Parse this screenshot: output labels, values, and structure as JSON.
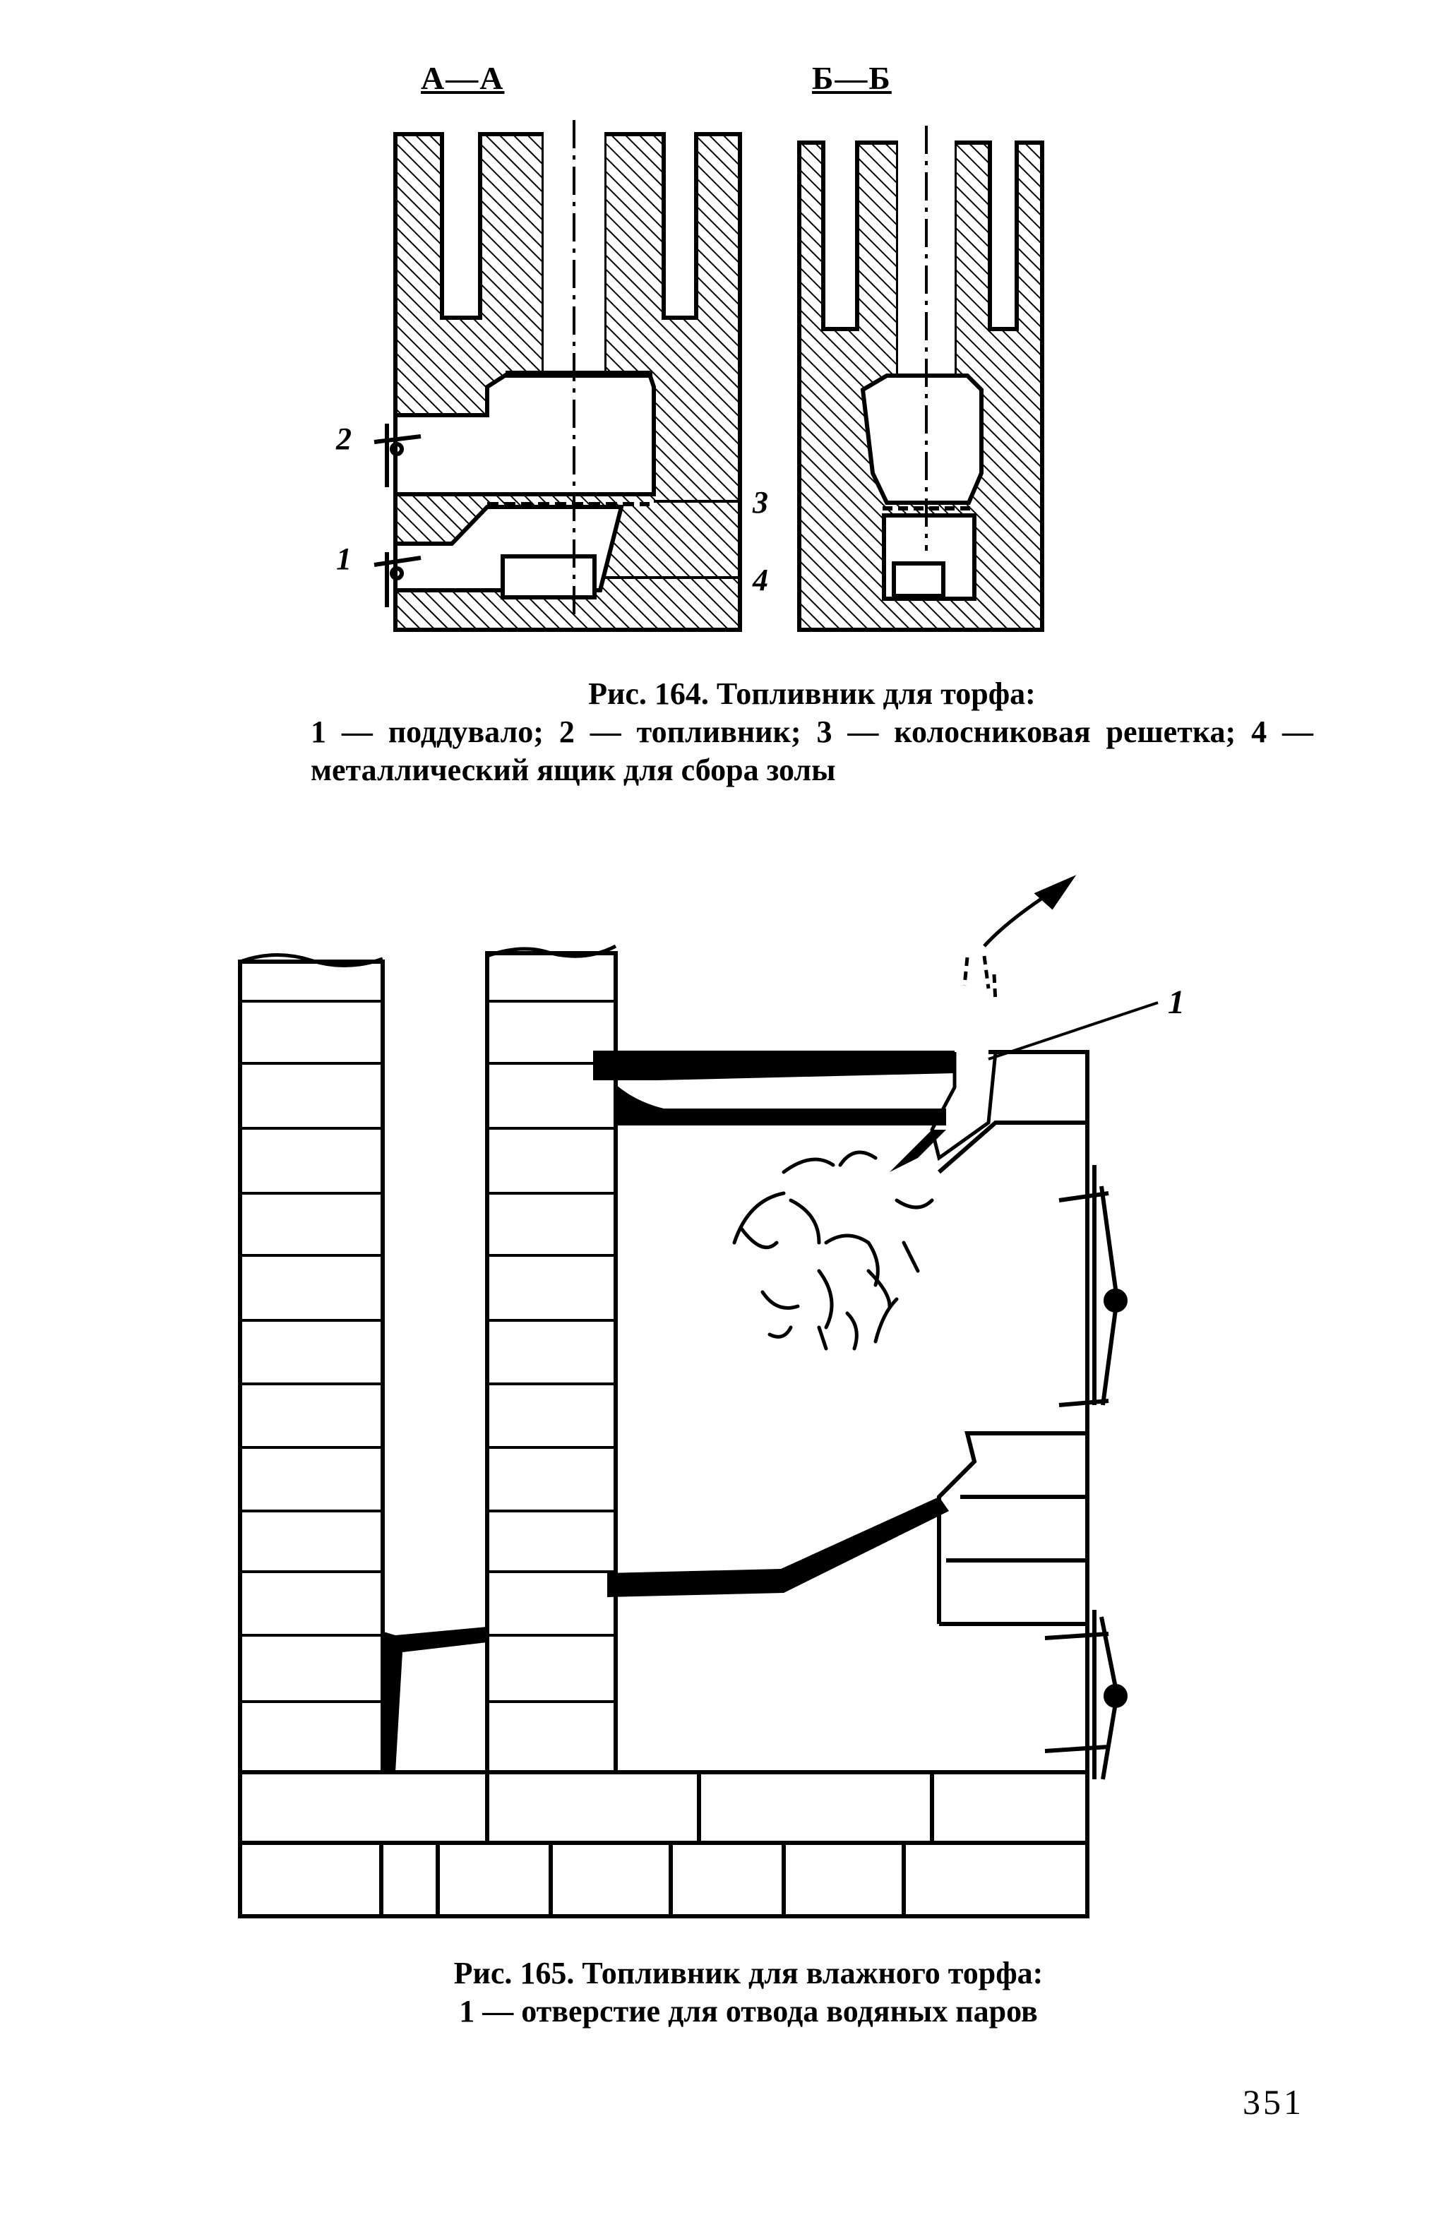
{
  "fig164": {
    "section_a": "А—А",
    "section_b": "Б—Б",
    "callouts": {
      "c1": "1",
      "c2": "2",
      "c3": "3",
      "c4": "4"
    },
    "caption_title": "Рис. 164. Топливник для торфа:",
    "caption_labels": "1 — поддувало; 2 — топливник; 3 — колосниковая решетка; 4 — металлический ящик для сбора золы"
  },
  "fig165": {
    "callout": "1",
    "caption_title": "Рис. 165. Топливник для влажного торфа:",
    "caption_labels": "1 — отверстие для отвода водяных паров"
  },
  "page_number": "351"
}
